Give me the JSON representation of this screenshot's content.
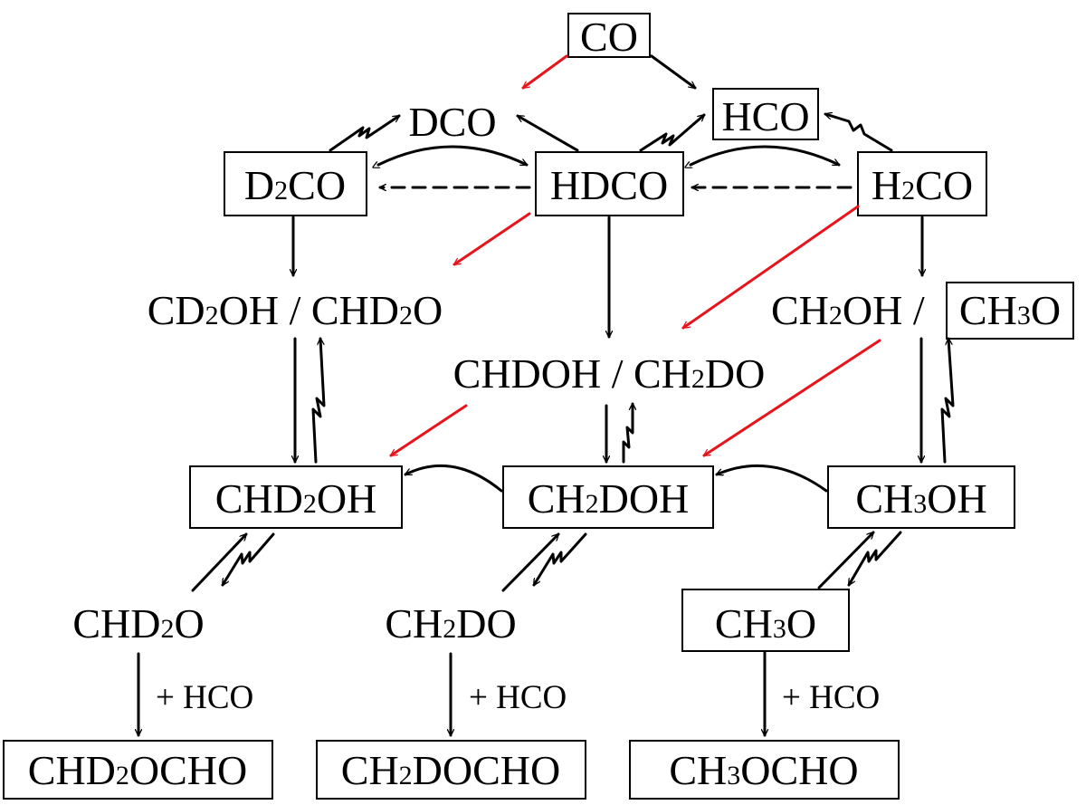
{
  "colors": {
    "black": "#000000",
    "red": "#e8141b"
  },
  "species": {
    "co": "CO",
    "dco": "DCO",
    "hco": "HCO",
    "d2co": [
      "D",
      "2",
      "CO"
    ],
    "hdco": "HDCO",
    "h2co": [
      "H",
      "2",
      "CO"
    ],
    "cd2oh_chd2o": [
      "CD",
      "2",
      "OH / CHD",
      "2",
      "O"
    ],
    "chdoh_ch2do": [
      "CHDOH / CH",
      "2",
      "DO"
    ],
    "ch2oh": [
      "CH",
      "2",
      "OH /"
    ],
    "ch3o_top": [
      "CH",
      "3",
      "O"
    ],
    "chd2oh": [
      "CHD",
      "2",
      "OH"
    ],
    "ch2doh": [
      "CH",
      "2",
      "DOH"
    ],
    "ch3oh": [
      "CH",
      "3",
      "OH"
    ],
    "chd2o": [
      "CHD",
      "2",
      "O"
    ],
    "ch2do": [
      "CH",
      "2",
      "DO"
    ],
    "ch3o_bottom": [
      "CH",
      "3",
      "O"
    ],
    "chd2ocho": [
      "CHD",
      "2",
      "OCHO"
    ],
    "ch2docho": [
      "CH",
      "2",
      "DOCHO"
    ],
    "ch3ocho": [
      "CH",
      "3",
      "OCHO"
    ]
  },
  "reagent_labels": {
    "left": "+ HCO",
    "middle": "+ HCO",
    "right": "+ HCO"
  }
}
